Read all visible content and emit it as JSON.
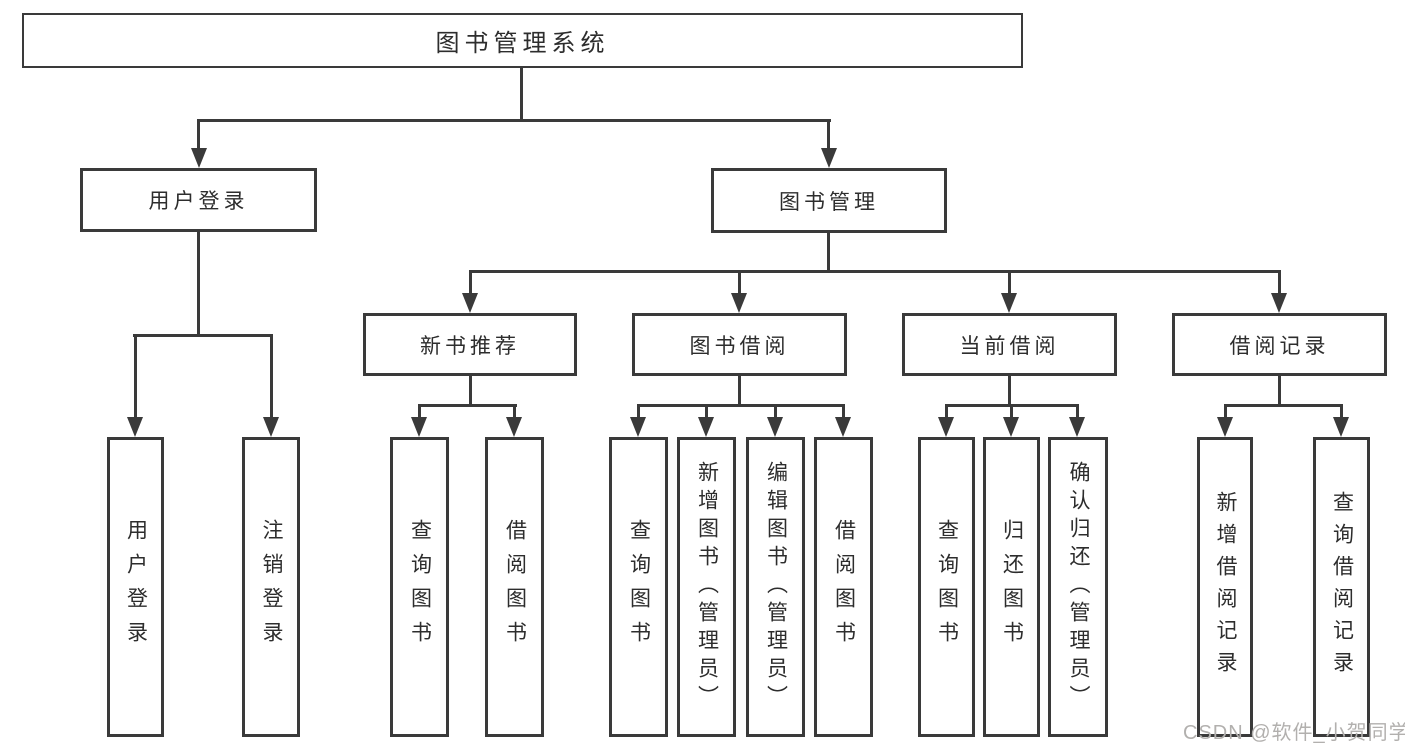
{
  "diagram": {
    "root": {
      "label": "图书管理系统"
    },
    "level2": [
      {
        "label": "用户登录"
      },
      {
        "label": "图书管理"
      }
    ],
    "level3": [
      {
        "label": "新书推荐"
      },
      {
        "label": "图书借阅"
      },
      {
        "label": "当前借阅"
      },
      {
        "label": "借阅记录"
      }
    ],
    "leaves": {
      "user_login": [
        "用户登录",
        "注销登录"
      ],
      "new_book": [
        "查询图书",
        "借阅图书"
      ],
      "book_borrow": [
        "查询图书",
        "新增图书（管理员）",
        "编辑图书（管理员）",
        "借阅图书"
      ],
      "current_borrow": [
        "查询图书",
        "归还图书",
        "确认归还（管理员）"
      ],
      "borrow_record": [
        "新增借阅记录",
        "查询借阅记录"
      ]
    }
  },
  "watermark": {
    "text": "CSDN @软件_小贺同学"
  },
  "colors": {
    "line": "#3a3a3a",
    "box_border": "#3a3a3a",
    "text": "#2d2d2d",
    "watermark": "#b2b0ae",
    "background": "#ffffff"
  }
}
